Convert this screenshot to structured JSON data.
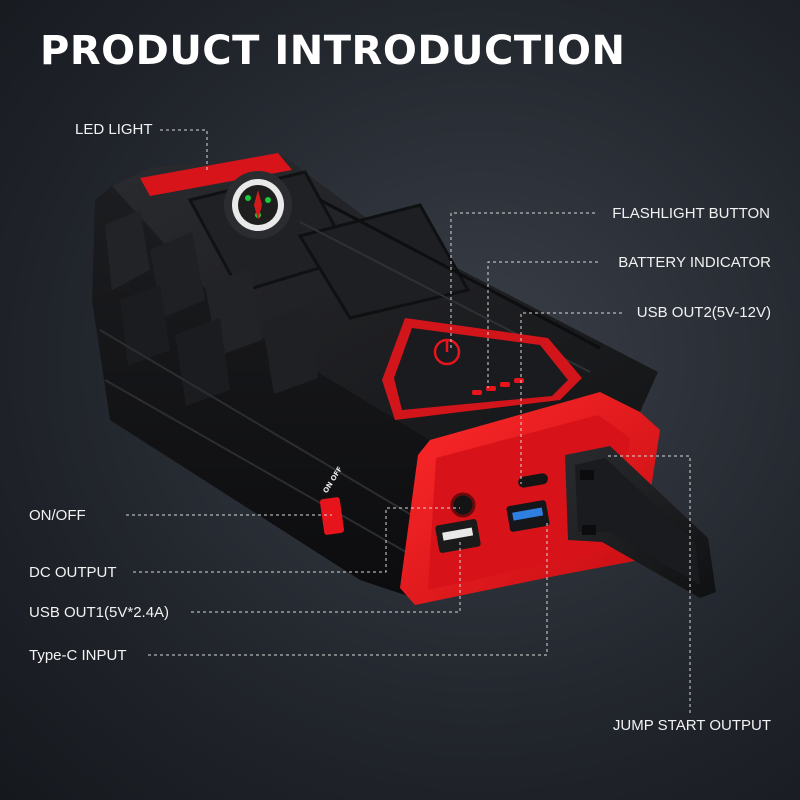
{
  "title": "PRODUCT INTRODUCTION",
  "labels": {
    "led_light": "LED LIGHT",
    "flashlight_button": "FLASHLIGHT BUTTON",
    "battery_indicator": "BATTERY INDICATOR",
    "usb_out2": "USB OUT2(5V-12V)",
    "on_off": "ON/OFF",
    "dc_output": "DC OUTPUT",
    "usb_out1": "USB OUT1(5V*2.4A)",
    "type_c_input": "Type-C INPUT",
    "jump_start_output": "JUMP START OUTPUT"
  },
  "device_markings": {
    "on": "ON",
    "off": "OFF"
  },
  "colors": {
    "accent_red": "#e8141c",
    "body_black": "#1b1c1f",
    "usb_blue": "#2f7fe0",
    "label_white": "#f2f2f2"
  },
  "icons": [
    "compass-icon",
    "power-icon",
    "battery-led-icon"
  ]
}
